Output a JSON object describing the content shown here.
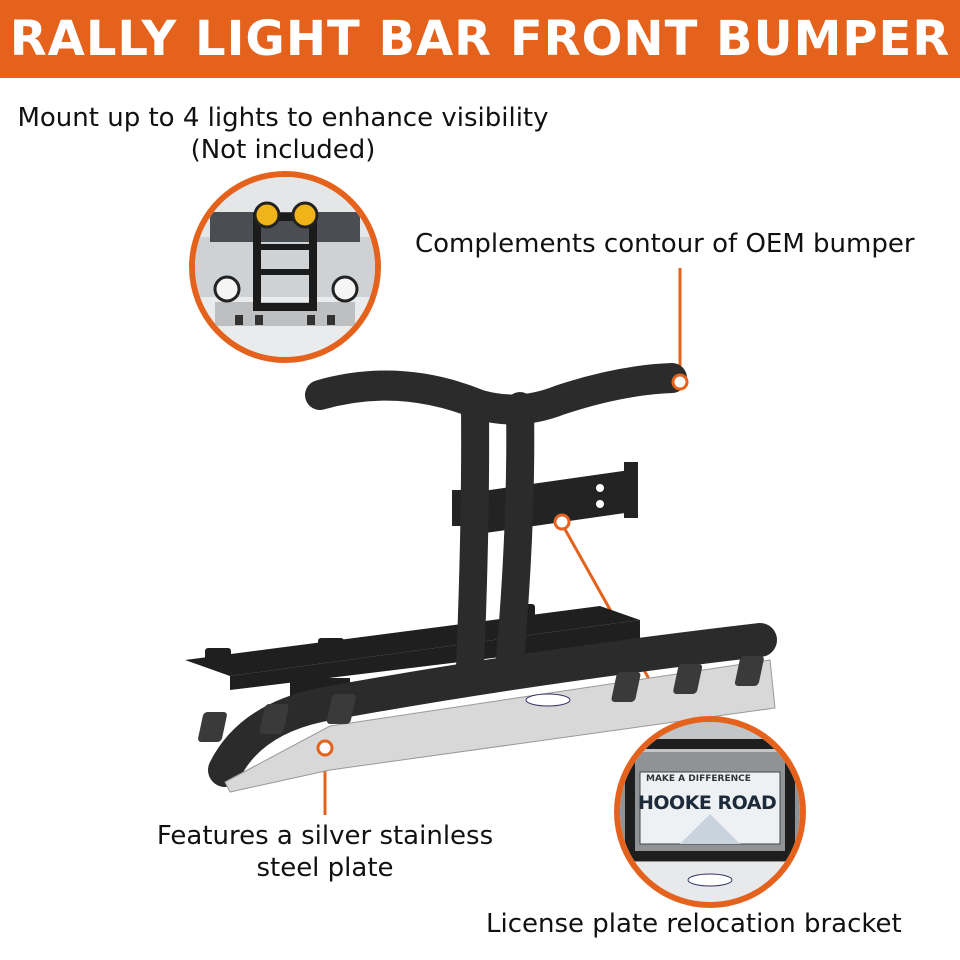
{
  "banner": {
    "title": "RALLY LIGHT BAR FRONT BUMPER"
  },
  "captions": {
    "lights_line1": "Mount up to 4 lights to enhance visibility",
    "lights_line2": "(Not included)",
    "oem": "Complements contour of OEM bumper",
    "steel_line1": "Features a silver stainless",
    "steel_line2": "steel plate",
    "plate": "License plate relocation bracket"
  },
  "plate_inset": {
    "tagline": "MAKE A DIFFERENCE",
    "brand": "HOOKE ROAD"
  },
  "colors": {
    "accent": "#e5621d",
    "bumper": "#2b2b2b",
    "steel": "#d8d8d8"
  }
}
